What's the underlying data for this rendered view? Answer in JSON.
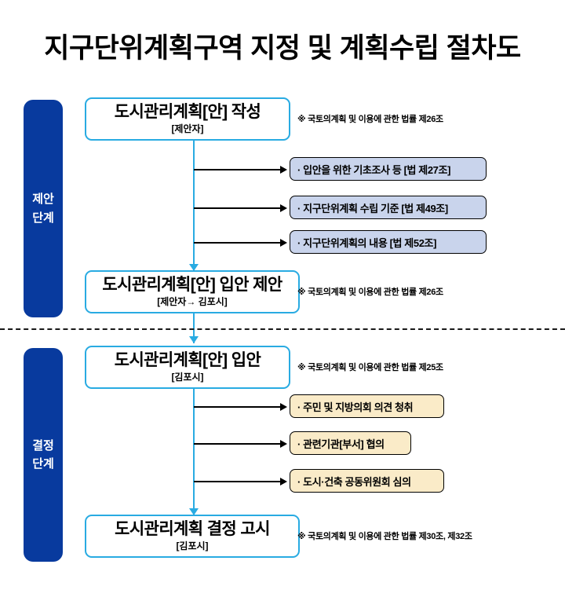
{
  "title": "지구단위계획구역 지정 및 계획수립 절차도",
  "stages": [
    {
      "line1": "제안",
      "line2": "단계"
    },
    {
      "line1": "결정",
      "line2": "단계"
    }
  ],
  "process_boxes": [
    {
      "title": "도시관리계획[안] 작성",
      "subtitle": "[제안자]",
      "note": "※ 국토의계획 및 이용에 관한 법률 제26조"
    },
    {
      "title": "도시관리계획[안] 입안 제안",
      "subtitle": "[제안자→ 김포시]",
      "note": "※ 국토의계획 및 이용에 관한 법률 제26조"
    },
    {
      "title": "도시관리계획[안] 입안",
      "subtitle": "[김포시]",
      "note": "※ 국토의계획 및 이용에 관한 법률 제25조"
    },
    {
      "title": "도시관리계획 결정 고시",
      "subtitle": "[김포시]",
      "note": "※ 국토의계획 및 이용에 관한 법률 제30조, 제32조"
    }
  ],
  "proposal_side_items": [
    {
      "label": "· 입안을 위한 기초조사 등 [법 제27조]"
    },
    {
      "label": "· 지구단위계획 수립 기준 [법 제49조]"
    },
    {
      "label": "· 지구단위계획의 내용 [법 제52조]"
    }
  ],
  "decision_side_items": [
    {
      "label": "· 주민 및 지방의회 의견 청취"
    },
    {
      "label": "· 관련기관[부서] 협의"
    },
    {
      "label": "· 도시·건축 공동위원회 심의"
    }
  ],
  "colors": {
    "stage_blue": "#083A9E",
    "flow_cyan": "#29ABE2",
    "side_blue": "#C9D4EC",
    "side_cream": "#FAEBC8",
    "text_black": "#000000"
  }
}
